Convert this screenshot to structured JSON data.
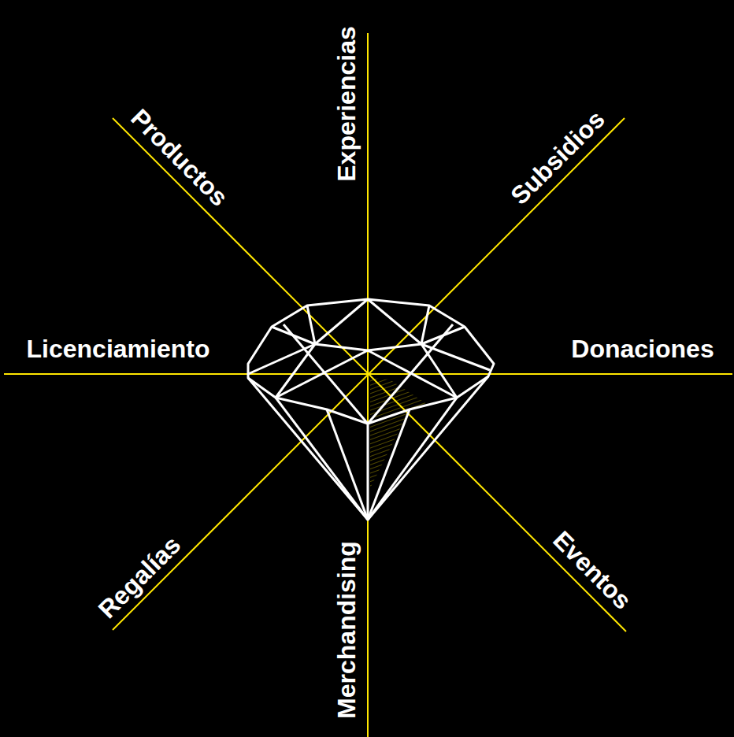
{
  "diagram": {
    "labels": [
      "Experiencias",
      "Productos",
      "Subsidios",
      "Licenciamiento",
      "Donaciones",
      "Regalías",
      "Merchandising",
      "Eventos"
    ]
  }
}
